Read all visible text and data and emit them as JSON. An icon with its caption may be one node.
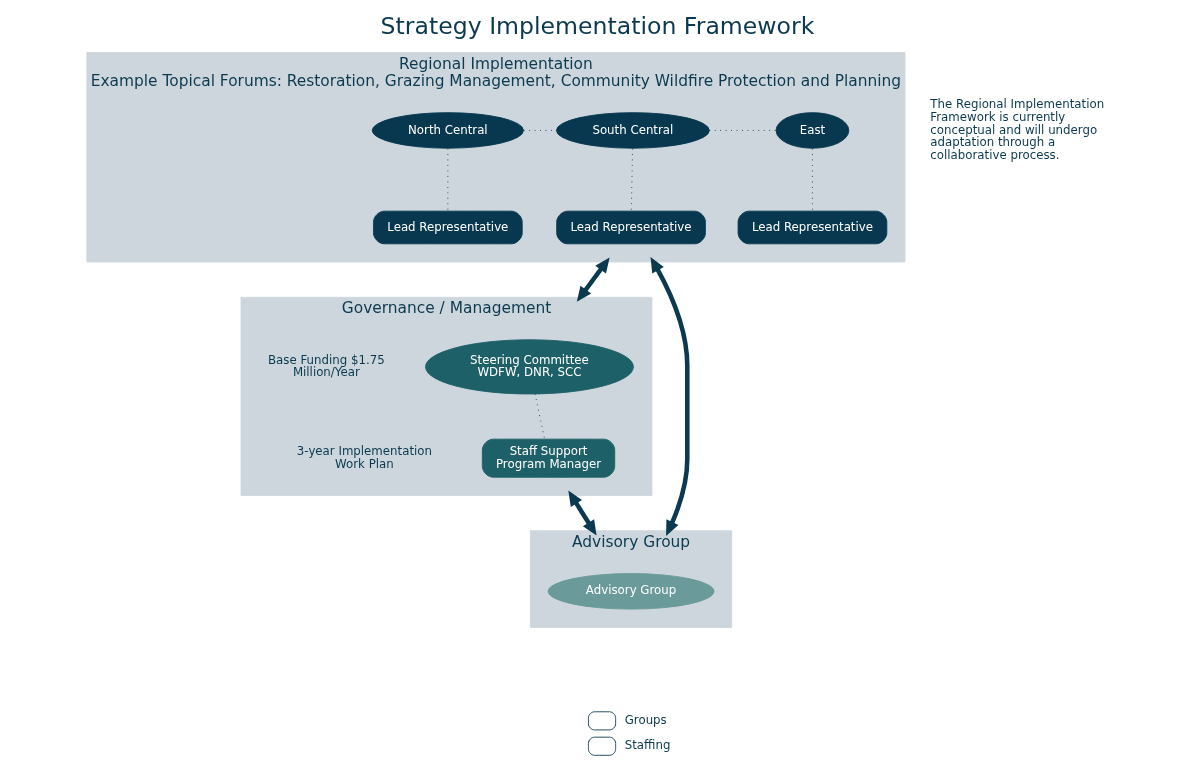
{
  "diagram": {
    "title": "Strategy Implementation Framework",
    "nodes": [
      {
        "text": [
          "Regional Implementation",
          "Example Topical Forums: Restoration, Grazing Management, Community Wildfire Protection and Planning"
        ]
      },
      {
        "text": [
          "North Central"
        ],
        "in": 0
      },
      {
        "text": [
          "South Central"
        ],
        "in": 0
      },
      {
        "text": [
          "East"
        ],
        "in": 0
      },
      {
        "text": [
          "Lead Representative"
        ],
        "in": 0
      },
      {
        "text": [
          "Lead Representative"
        ],
        "in": 0
      },
      {
        "text": [
          "Lead Representative"
        ],
        "in": 0
      },
      {
        "text": [
          "Governance / Management"
        ]
      },
      {
        "text": [
          "Steering Committee",
          "WDFW, DNR, SCC"
        ],
        "in": 7
      },
      {
        "text": [
          "Staff Support",
          "Program Manager"
        ],
        "in": 7
      },
      {
        "text": [
          "Advisory Group"
        ]
      },
      {
        "text": [
          "Advisory Group"
        ],
        "in": 10
      }
    ],
    "edges": [
      {
        "from": 1,
        "to": 2,
        "arrow": "none",
        "style": "dashed"
      },
      {
        "from": 2,
        "to": 3,
        "arrow": "none",
        "style": "dashed"
      },
      {
        "from": 1,
        "to": 4,
        "arrow": "none",
        "style": "dashed"
      },
      {
        "from": 2,
        "to": 5,
        "arrow": "none",
        "style": "dashed"
      },
      {
        "from": 3,
        "to": 6,
        "arrow": "none",
        "style": "dashed"
      },
      {
        "from": 0,
        "to": 7,
        "arrow": "both",
        "style": "thick"
      },
      {
        "from": 0,
        "to": 10,
        "arrow": "both",
        "style": "thick"
      },
      {
        "from": 8,
        "to": 9,
        "arrow": "none",
        "style": "dashed"
      },
      {
        "from": 7,
        "to": 10,
        "arrow": "both",
        "style": "thick"
      }
    ],
    "labels": [
      "The Regional Implementation Framework is currently conceptual and will undergo adaptation through a collaborative process.",
      "Base Funding $1.75 Million/Year",
      "3-year Implementation Work Plan"
    ],
    "legend": [
      {
        "text": "Groups"
      },
      {
        "text": "Staffing"
      }
    ]
  }
}
